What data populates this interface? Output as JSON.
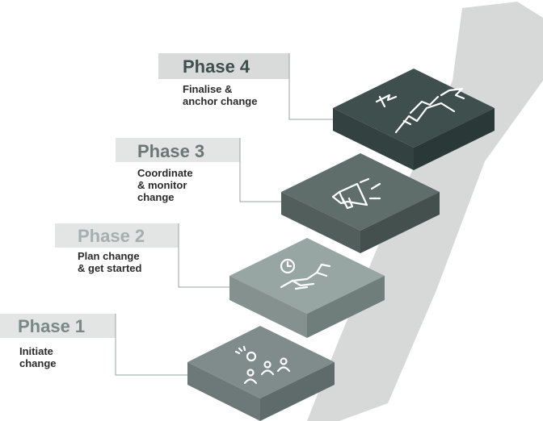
{
  "phases": [
    {
      "title": "Phase 1",
      "description": [
        "Initiate",
        "change"
      ],
      "icon": "team-idea-icon",
      "colors": {
        "label_bg": "#e3e4e4",
        "title": "#7a8886",
        "top": "#7f8c8b",
        "right": "#5f6b6a",
        "front": "#6d7978"
      }
    },
    {
      "title": "Phase 2",
      "description": [
        "Plan change",
        "& get started"
      ],
      "icon": "handshake-clock-icon",
      "colors": {
        "label_bg": "#e3e4e4",
        "title": "#a4b0ae",
        "top": "#97a5a3",
        "right": "#6f7d7b",
        "front": "#84918f"
      }
    },
    {
      "title": "Phase 3",
      "description": [
        "Coordinate",
        "& monitor",
        "change"
      ],
      "icon": "megaphone-icon",
      "colors": {
        "label_bg": "#e3e4e4",
        "title": "#6b7775",
        "top": "#5f6d6b",
        "right": "#44504e",
        "front": "#525e5c"
      }
    },
    {
      "title": "Phase 4",
      "description": [
        "Finalise &",
        "anchor change"
      ],
      "icon": "mountain-flag-icon",
      "colors": {
        "label_bg": "#d9dbdb",
        "title": "#3f4f4d",
        "top": "#3e4f4d",
        "right": "#2a3837",
        "front": "#334241"
      }
    }
  ]
}
